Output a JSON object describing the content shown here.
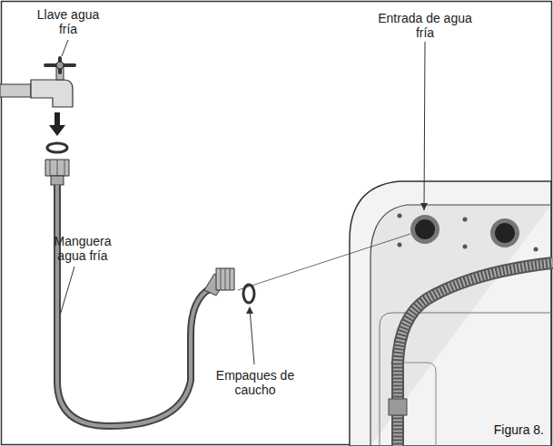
{
  "diagram": {
    "caption": "Figura 8.",
    "labels": [
      "Llave agua fría",
      "Entrada de agua fría",
      "Manguera agua fría",
      "Empaques de caucho"
    ]
  }
}
